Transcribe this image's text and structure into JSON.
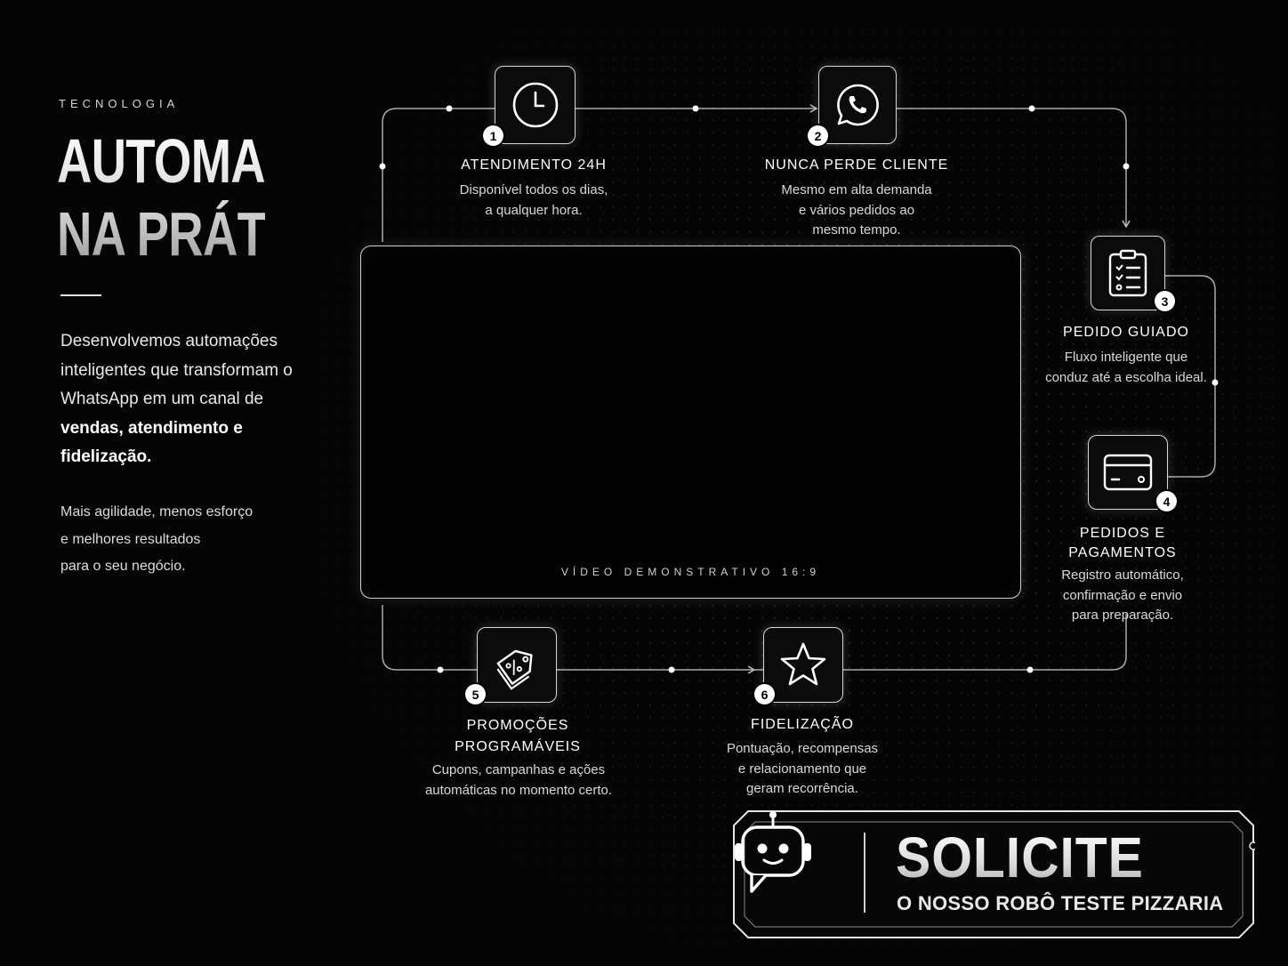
{
  "sidebar": {
    "kicker": "TECNOLOGIA",
    "headline_line1": "AUTOMAÇÃO",
    "headline_line2": "NA PRÁTICA",
    "intro_plain": "Desenvolvemos automações inteligentes que transformam o WhatsApp em um canal de",
    "intro_bold": "vendas, atendimento e fidelização.",
    "sub_line1": "Mais agilidade, menos esforço",
    "sub_line2": "e melhores resultados",
    "sub_line3": "para o seu negócio."
  },
  "video": {
    "label": "VÍDEO DEMONSTRATIVO 16:9"
  },
  "steps": [
    {
      "number": "1",
      "icon": "clock-icon",
      "title": "ATENDIMENTO 24H",
      "desc_lines": [
        "Disponível todos os dias,",
        "a qualquer hora."
      ]
    },
    {
      "number": "2",
      "icon": "whatsapp-icon",
      "title": "NUNCA PERDE CLIENTE",
      "desc_lines": [
        "Mesmo em alta demanda",
        "e vários pedidos ao",
        "mesmo tempo."
      ]
    },
    {
      "number": "3",
      "icon": "clipboard-checklist-icon",
      "title": "PEDIDO GUIADO",
      "desc_lines": [
        "Fluxo inteligente que",
        "conduz até a escolha ideal."
      ]
    },
    {
      "number": "4",
      "icon": "credit-card-icon",
      "title_lines": [
        "PEDIDOS E",
        "PAGAMENTOS"
      ],
      "desc_lines": [
        "Registro automático,",
        "confirmação e envio",
        "para preparação."
      ]
    },
    {
      "number": "5",
      "icon": "discount-tag-icon",
      "title_lines": [
        "PROMOÇÕES",
        "PROGRAMÁVEIS"
      ],
      "desc_lines": [
        "Cupons, campanhas e ações",
        "automáticas no momento certo."
      ]
    },
    {
      "number": "6",
      "icon": "star-icon",
      "title": "FIDELIZAÇÃO",
      "desc_lines": [
        "Pontuação, recompensas",
        "e relacionamento que",
        "geram recorrência."
      ]
    }
  ],
  "cta": {
    "icon": "robot-chat-icon",
    "title": "SOLICITE",
    "subtitle": "O NOSSO ROBÔ TESTE PIZZARIA"
  },
  "colors": {
    "background": "#050505",
    "line": "#bdbdbd",
    "text": "#ffffff"
  }
}
